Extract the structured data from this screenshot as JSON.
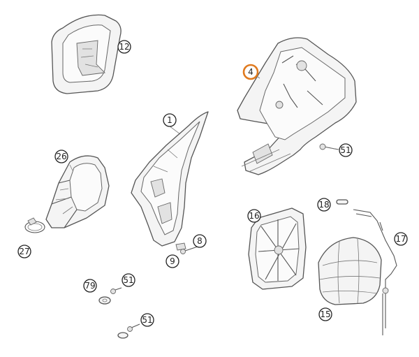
{
  "callouts": [
    {
      "id": "c12",
      "label": "12"
    },
    {
      "id": "c4",
      "label": "4",
      "highlight": true
    },
    {
      "id": "c1",
      "label": "1"
    },
    {
      "id": "c51a",
      "label": "51"
    },
    {
      "id": "c26",
      "label": "26"
    },
    {
      "id": "c18",
      "label": "18"
    },
    {
      "id": "c16",
      "label": "16"
    },
    {
      "id": "c17",
      "label": "17"
    },
    {
      "id": "c8",
      "label": "8"
    },
    {
      "id": "c27",
      "label": "27"
    },
    {
      "id": "c9",
      "label": "9"
    },
    {
      "id": "c79",
      "label": "79"
    },
    {
      "id": "c51b",
      "label": "51"
    },
    {
      "id": "c15",
      "label": "15"
    },
    {
      "id": "c51c",
      "label": "51"
    }
  ],
  "colors": {
    "highlight": "#e07a1f",
    "outline": "#555555",
    "fill": "#f4f4f4"
  }
}
